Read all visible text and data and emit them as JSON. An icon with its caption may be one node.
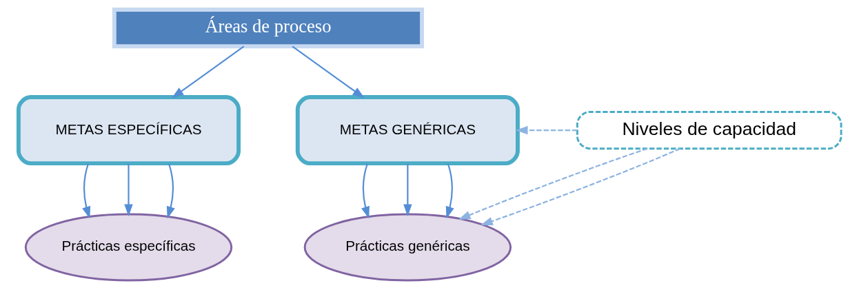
{
  "diagram": {
    "nodes": [
      {
        "text": [
          "Áreas de proceso"
        ]
      },
      {
        "text": [
          "METAS ESPECÍFICAS"
        ]
      },
      {
        "text": [
          "METAS GENÉRICAS"
        ]
      },
      {
        "text": [
          "Niveles de capacidad"
        ]
      },
      {
        "text": [
          "Prácticas específicas"
        ]
      },
      {
        "text": [
          "Prácticas genéricas"
        ]
      }
    ],
    "edges": [
      {
        "from": 0,
        "to": 1,
        "arrow": "to"
      },
      {
        "from": 0,
        "to": 2,
        "arrow": "to"
      },
      {
        "from": 1,
        "to": 4,
        "arrow": "to"
      },
      {
        "from": 1,
        "to": 4,
        "arrow": "to"
      },
      {
        "from": 1,
        "to": 4,
        "arrow": "to"
      },
      {
        "from": 2,
        "to": 5,
        "arrow": "to"
      },
      {
        "from": 2,
        "to": 5,
        "arrow": "to"
      },
      {
        "from": 2,
        "to": 5,
        "arrow": "to"
      },
      {
        "from": 3,
        "to": 2,
        "arrow": "to",
        "style": "dashed",
        "color": "#8db3e2"
      },
      {
        "from": 3,
        "to": 5,
        "arrow": "to",
        "style": "dashed",
        "color": "#8db3e2"
      },
      {
        "from": 3,
        "to": 5,
        "arrow": "to",
        "style": "dashed",
        "color": "#8db3e2"
      }
    ]
  }
}
